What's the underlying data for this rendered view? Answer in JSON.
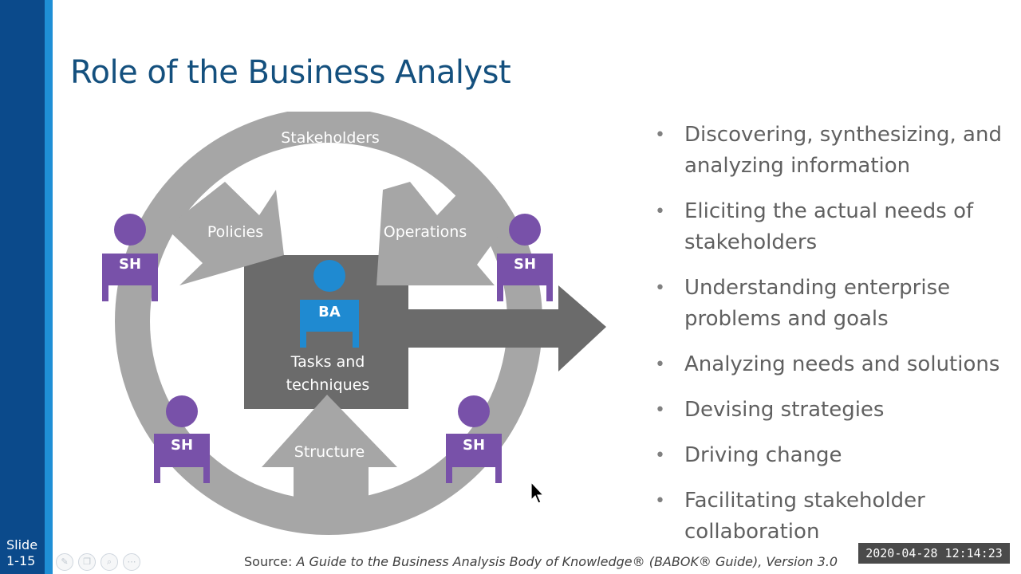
{
  "slide": {
    "label": "Slide",
    "number": "1-15"
  },
  "title": "Role of the Business Analyst",
  "diagram": {
    "ring_label": "Stakeholders",
    "arrow_left": "Policies",
    "arrow_right": "Operations",
    "arrow_bottom": "Structure",
    "center_label_line1": "Tasks and",
    "center_label_line2": "techniques",
    "ba_label": "BA",
    "sh_label": "SH",
    "colors": {
      "ring": "#a6a6a6",
      "box": "#6b6b6b",
      "ba": "#1f8ad1",
      "sh": "#7851a9"
    }
  },
  "bullets": [
    "Discovering, synthesizing, and analyzing information",
    "Eliciting the actual needs of stakeholders",
    "Understanding enterprise problems and goals",
    "Analyzing needs and solutions",
    "Devising strategies",
    "Driving change",
    "Facilitating stakeholder collaboration"
  ],
  "source": {
    "prefix": "Source: ",
    "title": "A Guide to the Business Analysis Body of Knowledge® (BABOK® Guide), Version 3.0"
  },
  "timestamp": "2020-04-28  12:14:23",
  "toolbar_icons": [
    "pen-icon",
    "copy-icon",
    "zoom-icon",
    "more-icon"
  ]
}
